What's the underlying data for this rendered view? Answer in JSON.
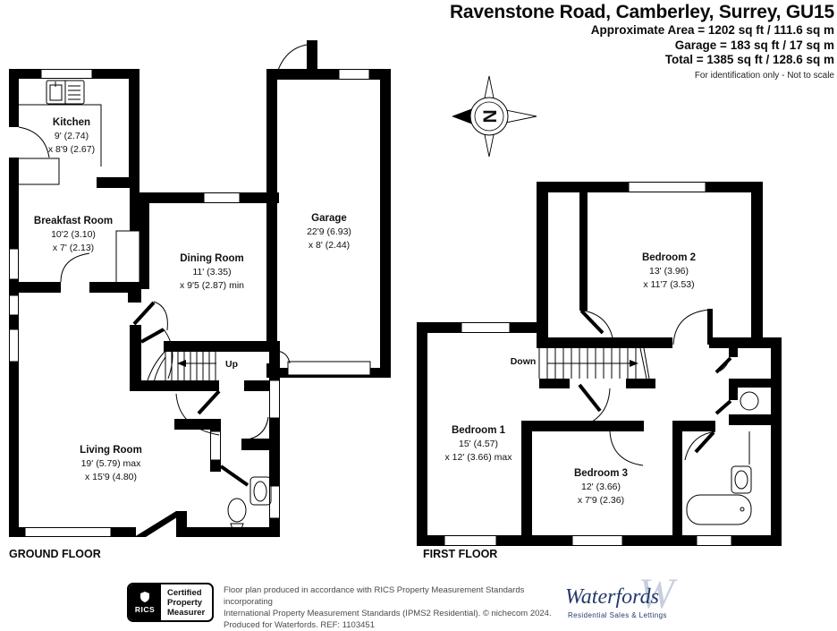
{
  "header": {
    "title": "Ravenstone Road, Camberley, Surrey, GU15",
    "area_lines": [
      "Approximate Area = 1202 sq ft / 111.6 sq m",
      "Garage = 183 sq ft / 17 sq m",
      "Total = 1385 sq ft / 128.6 sq m"
    ],
    "note": "For identification only - Not to scale"
  },
  "compass": {
    "north_letter": "N"
  },
  "ground_floor": {
    "label": "GROUND FLOOR",
    "stairs_label": "Up",
    "rooms": {
      "kitchen": {
        "name": "Kitchen",
        "d1": "9' (2.74)",
        "d2": "x 8'9 (2.67)"
      },
      "breakfast_room": {
        "name": "Breakfast Room",
        "d1": "10'2 (3.10)",
        "d2": "x 7' (2.13)"
      },
      "dining_room": {
        "name": "Dining Room",
        "d1": "11' (3.35)",
        "d2": "x 9'5 (2.87) min"
      },
      "garage": {
        "name": "Garage",
        "d1": "22'9 (6.93)",
        "d2": "x 8' (2.44)"
      },
      "living_room": {
        "name": "Living Room",
        "d1": "19' (5.79) max",
        "d2": "x 15'9 (4.80)"
      }
    }
  },
  "first_floor": {
    "label": "FIRST FLOOR",
    "stairs_label": "Down",
    "rooms": {
      "bedroom1": {
        "name": "Bedroom 1",
        "d1": "15' (4.57)",
        "d2": "x 12' (3.66) max"
      },
      "bedroom2": {
        "name": "Bedroom 2",
        "d1": "13' (3.96)",
        "d2": "x 11'7 (3.53)"
      },
      "bedroom3": {
        "name": "Bedroom 3",
        "d1": "12' (3.66)",
        "d2": "x 7'9 (2.36)"
      }
    }
  },
  "footer": {
    "rics_badge": {
      "brand": "RICS",
      "line1": "Certified",
      "line2": "Property",
      "line3": "Measurer"
    },
    "disclaimer": [
      "Floor plan produced in accordance with RICS Property Measurement Standards incorporating",
      "International Property Measurement Standards (IPMS2 Residential).  © nichecom 2024.",
      "Produced for Waterfords.   REF: 1103451"
    ],
    "waterfords": {
      "name": "Waterfords",
      "tagline": "Residential Sales & Lettings",
      "monogram": "W"
    }
  }
}
